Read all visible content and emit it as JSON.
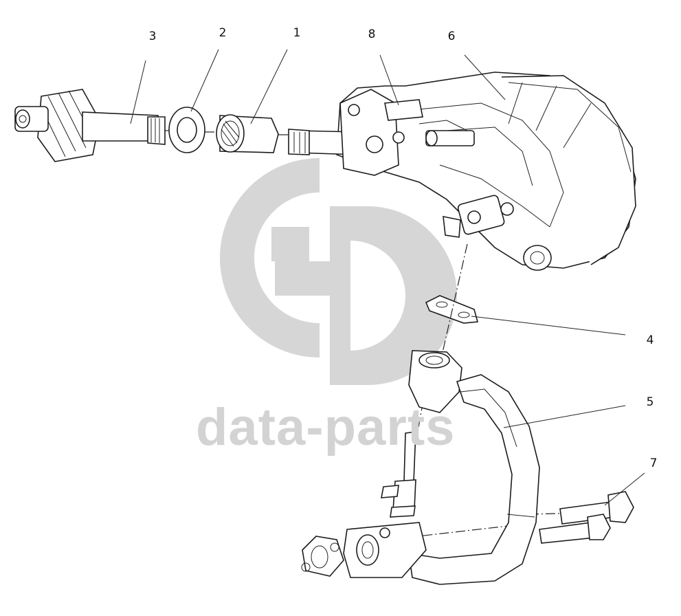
{
  "callouts": {
    "c1": "1",
    "c2": "2",
    "c3": "3",
    "c4": "4",
    "c5": "5",
    "c6": "6",
    "c7": "7",
    "c8": "8"
  },
  "watermark": {
    "text": "data-parts",
    "color": "#d3d3d3"
  }
}
